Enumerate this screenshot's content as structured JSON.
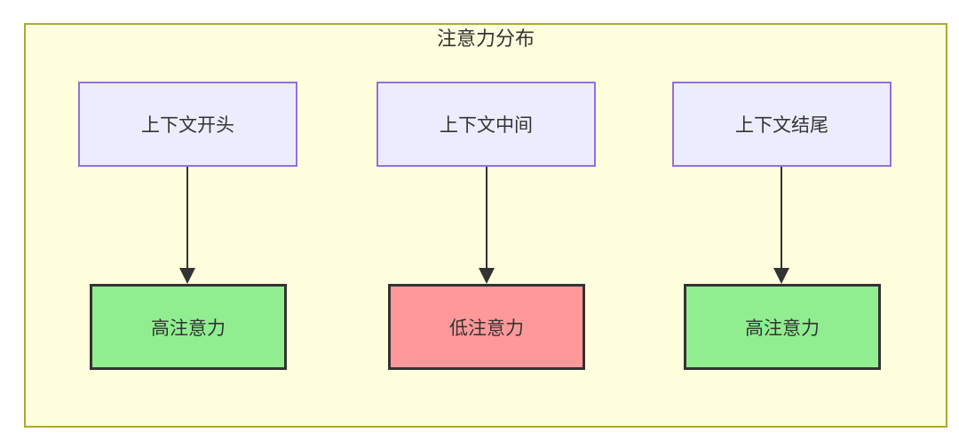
{
  "diagram": {
    "title": "注意力分布",
    "container_fill": "#ffffde",
    "container_border": "#aaaa33",
    "text_color": "#333333",
    "arrow_color": "#333333"
  },
  "node_styles": {
    "source_fill": "#ececff",
    "source_border": "#9370db",
    "target_border": "#333333",
    "high_attention_fill": "#90ee90",
    "low_attention_fill": "#ff9999"
  },
  "columns": [
    {
      "source": "上下文开头",
      "target": "高注意力",
      "target_level": "high",
      "target_color": "#90ee90"
    },
    {
      "source": "上下文中间",
      "target": "低注意力",
      "target_level": "low",
      "target_color": "#ff9999"
    },
    {
      "source": "上下文结尾",
      "target": "高注意力",
      "target_level": "high",
      "target_color": "#90ee90"
    }
  ]
}
